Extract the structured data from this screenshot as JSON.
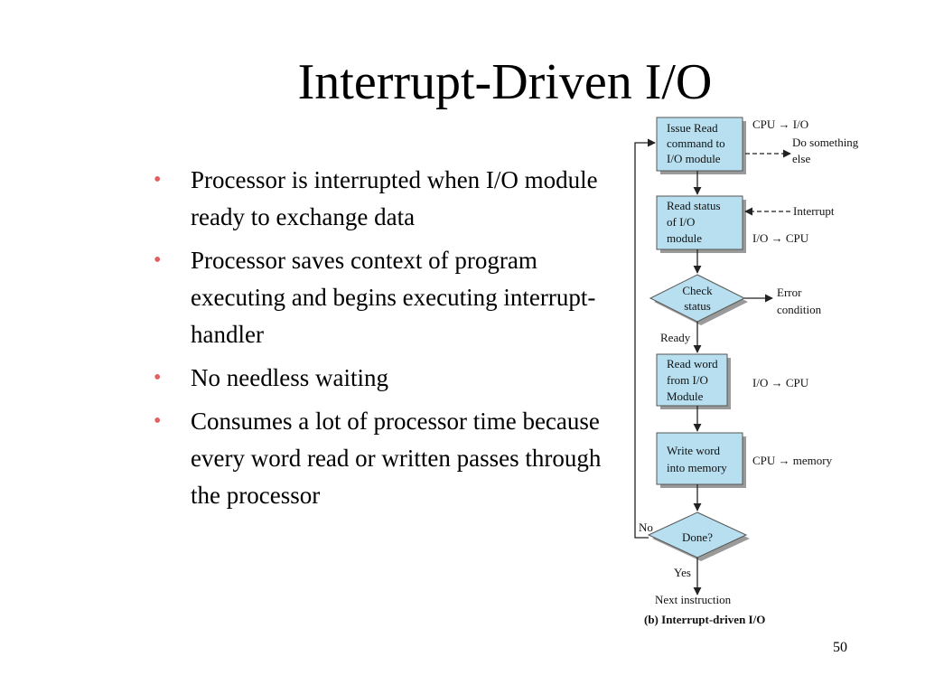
{
  "slide": {
    "title": "Interrupt-Driven I/O",
    "bullets": [
      "Processor is interrupted when I/O module ready to exchange data",
      "Processor saves context of program executing and begins executing interrupt-handler",
      "No needless waiting",
      "Consumes a lot of processor time because every word read or written passes through the processor"
    ],
    "page_number": "50"
  },
  "flowchart": {
    "box_fill": "#b7dff0",
    "nodes": {
      "issue_read": [
        "Issue Read",
        "command to",
        "I/O module"
      ],
      "read_status": [
        "Read status",
        "of I/O",
        "module"
      ],
      "check_status": [
        "Check",
        "status"
      ],
      "read_word": [
        "Read word",
        "from I/O",
        "Module"
      ],
      "write_word": [
        "Write word",
        "into memory"
      ],
      "done": [
        "Done?"
      ]
    },
    "labels": {
      "cpu_to_io": "CPU → I/O",
      "do_something_else": [
        "Do something",
        "else"
      ],
      "interrupt": "Interrupt",
      "io_to_cpu_1": "I/O → CPU",
      "error_condition": [
        "Error",
        "condition"
      ],
      "ready": "Ready",
      "io_to_cpu_2": "I/O → CPU",
      "cpu_to_memory": "CPU → memory",
      "no": "No",
      "yes": "Yes",
      "next_instruction": "Next instruction"
    },
    "caption": "(b) Interrupt-driven I/O"
  }
}
